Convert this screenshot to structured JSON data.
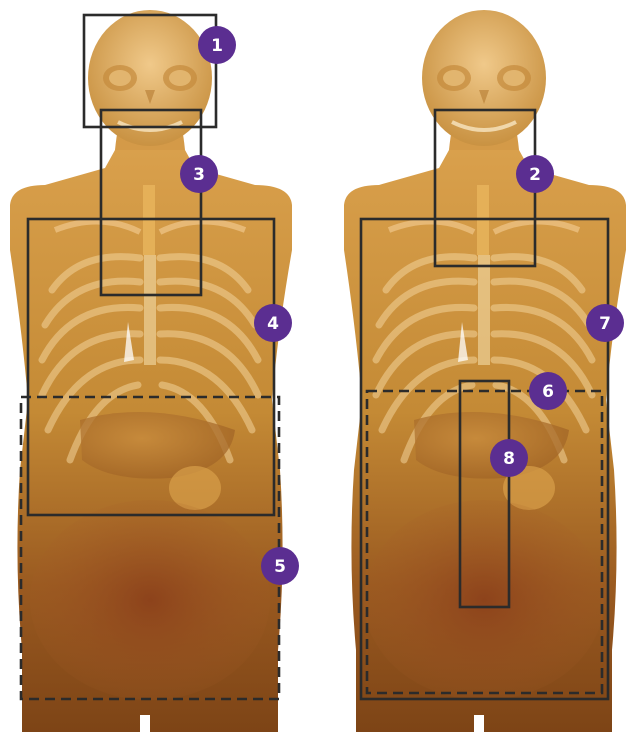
{
  "colors": {
    "badge_fill": "#5b2e91",
    "badge_text": "#ffffff",
    "box_stroke": "#2b2b2b",
    "phantom_body": "#b97a2a",
    "phantom_skin_light": "#e3b36a",
    "bone": "#f2cf8e",
    "abdomen_dark": "#7a3a14"
  },
  "phantoms": [
    {
      "name": "left-phantom"
    },
    {
      "name": "right-phantom"
    }
  ],
  "regions": [
    {
      "id": "1",
      "label": "1",
      "style": "solid",
      "phantom": "left"
    },
    {
      "id": "2",
      "label": "2",
      "style": "solid",
      "phantom": "right"
    },
    {
      "id": "3",
      "label": "3",
      "style": "solid",
      "phantom": "left"
    },
    {
      "id": "4",
      "label": "4",
      "style": "solid",
      "phantom": "left"
    },
    {
      "id": "5",
      "label": "5",
      "style": "dashed",
      "phantom": "left"
    },
    {
      "id": "6",
      "label": "6",
      "style": "dashed",
      "phantom": "right"
    },
    {
      "id": "7",
      "label": "7",
      "style": "solid",
      "phantom": "right"
    },
    {
      "id": "8",
      "label": "8",
      "style": "solid",
      "phantom": "right"
    }
  ]
}
